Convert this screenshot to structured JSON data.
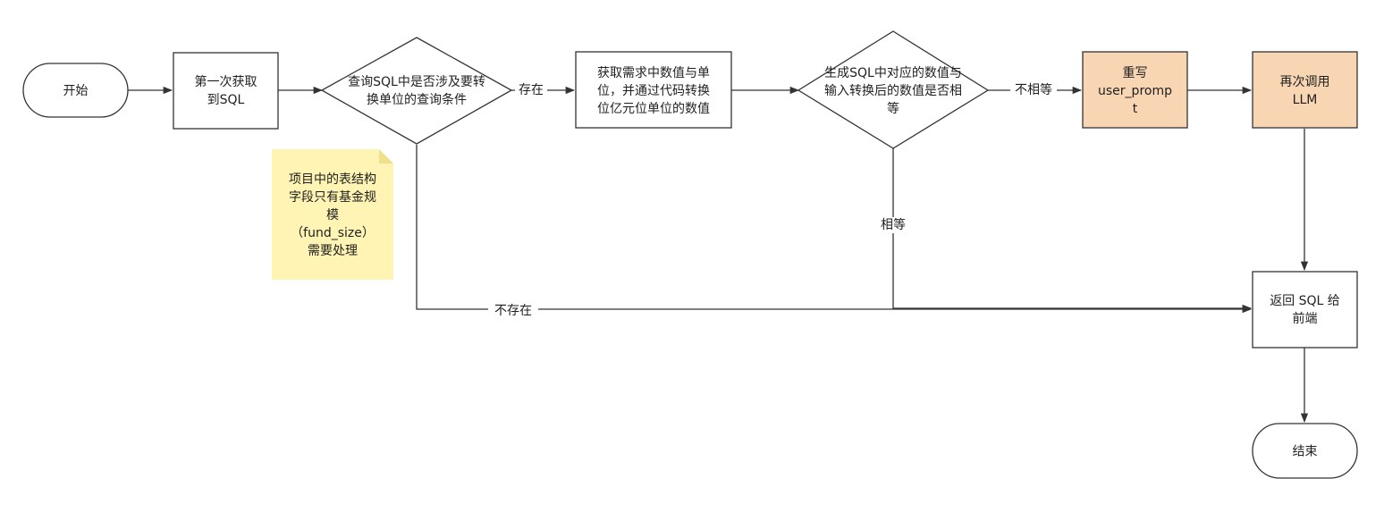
{
  "colors": {
    "stroke": "#333333",
    "default_fill": "#ffffff",
    "highlight_fill": "#f8d5b3",
    "note_fill": "#fff4b3",
    "note_fold": "#f0e08a",
    "text": "#1f1f1f"
  },
  "nodes": {
    "start": {
      "lines": [
        "开始"
      ]
    },
    "get_sql": {
      "lines": [
        "第一次获取",
        "到SQL"
      ]
    },
    "decision_unit": {
      "lines": [
        "查询SQL中是否涉及要转",
        "换单位的查询条件"
      ]
    },
    "convert": {
      "lines": [
        "获取需求中数值与单",
        "位，并通过代码转换",
        "位亿元位单位的数值"
      ]
    },
    "decision_equal": {
      "lines": [
        "生成SQL中对应的数值与",
        "输入转换后的数值是否相",
        "等"
      ]
    },
    "rewrite": {
      "lines": [
        "重写",
        "user_promp",
        "t"
      ]
    },
    "recall": {
      "lines": [
        "再次调用",
        "LLM"
      ]
    },
    "return": {
      "lines": [
        "返回 SQL 给",
        "前端"
      ]
    },
    "end": {
      "lines": [
        "结束"
      ]
    },
    "note": {
      "lines": [
        "项目中的表结构",
        "字段只有基金规",
        "模",
        "（fund_size）",
        "需要处理"
      ]
    }
  },
  "edges": {
    "exists": "存在",
    "not_equal": "不相等",
    "equal": "相等",
    "not_exists": "不存在"
  }
}
